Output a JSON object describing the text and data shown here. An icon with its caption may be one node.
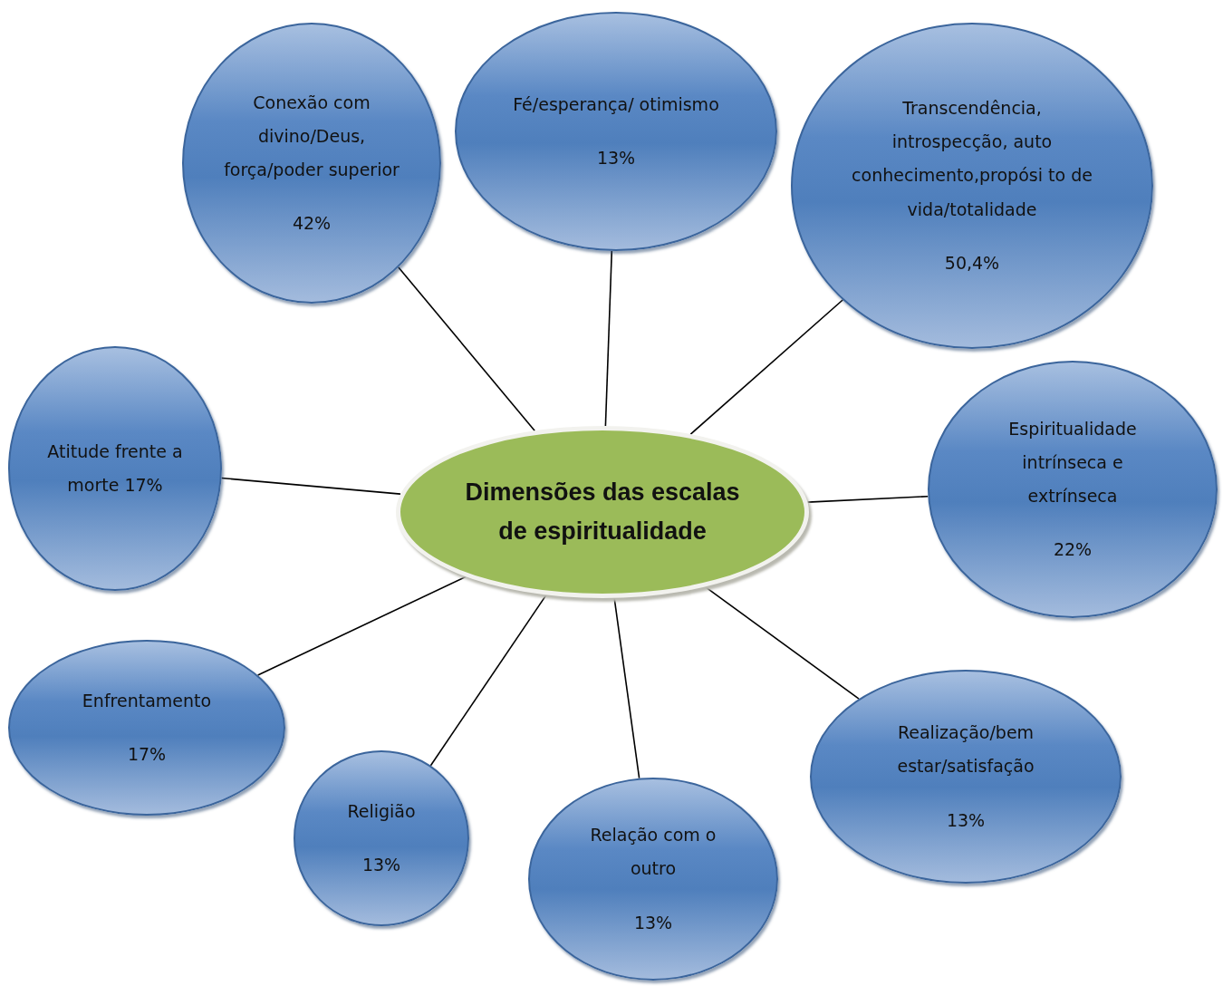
{
  "diagram": {
    "nodes": [
      {
        "text": [
          "Dimensões das escalas de espiritualidade"
        ]
      },
      {
        "text": [
          "Conexão com divino/Deus, força/poder superior",
          "42%"
        ]
      },
      {
        "text": [
          "Fé/esperança/ otimismo",
          "13%"
        ]
      },
      {
        "text": [
          "Transcendência, introspecção, auto conhecimento,propósi to de vida/totalidade",
          "50,4%"
        ]
      },
      {
        "text": [
          "Atitude frente a morte 17%"
        ]
      },
      {
        "text": [
          "Espiritualidade intrínseca e extrínseca",
          "22%"
        ]
      },
      {
        "text": [
          "Enfrentamento",
          "17%"
        ]
      },
      {
        "text": [
          "Religião",
          "13%"
        ]
      },
      {
        "text": [
          "Relação com o outro",
          "13%"
        ]
      },
      {
        "text": [
          "Realização/bem estar/satisfação",
          "13%"
        ]
      }
    ],
    "edges": [
      {
        "from": 0,
        "to": 1,
        "arrow": "none"
      },
      {
        "from": 0,
        "to": 2,
        "arrow": "none"
      },
      {
        "from": 0,
        "to": 3,
        "arrow": "none"
      },
      {
        "from": 0,
        "to": 4,
        "arrow": "none"
      },
      {
        "from": 0,
        "to": 5,
        "arrow": "none"
      },
      {
        "from": 0,
        "to": 6,
        "arrow": "none"
      },
      {
        "from": 0,
        "to": 7,
        "arrow": "none"
      },
      {
        "from": 0,
        "to": 8,
        "arrow": "none"
      },
      {
        "from": 0,
        "to": 9,
        "arrow": "none"
      }
    ]
  }
}
